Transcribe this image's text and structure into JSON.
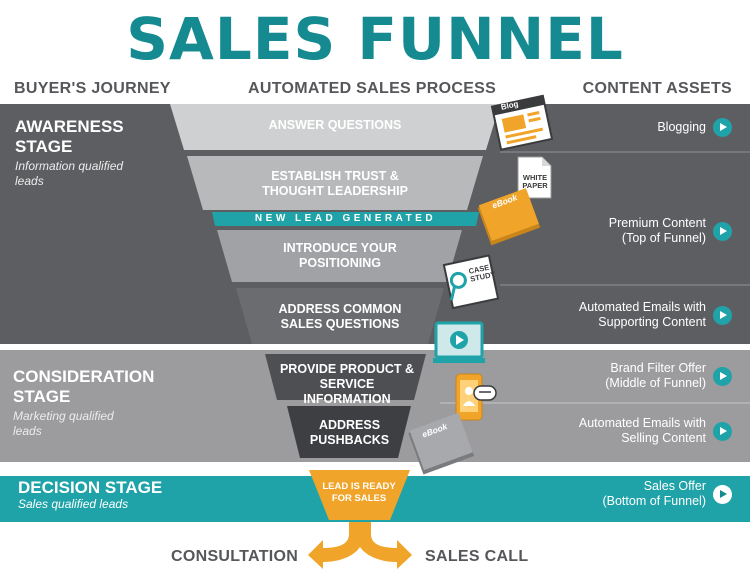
{
  "title": "SALES FUNNEL",
  "headers": {
    "left": "BUYER'S JOURNEY",
    "center": "AUTOMATED SALES PROCESS",
    "right": "CONTENT ASSETS"
  },
  "stages": [
    {
      "title": "AWARENESS STAGE",
      "subtitle": "Information qualified leads"
    },
    {
      "title": "CONSIDERATION STAGE",
      "subtitle": "Marketing qualified leads"
    },
    {
      "title": "DECISION STAGE",
      "subtitle": "Sales qualified leads"
    }
  ],
  "funnel_steps": [
    "ANSWER QUESTIONS",
    "ESTABLISH TRUST & THOUGHT LEADERSHIP",
    "INTRODUCE YOUR POSITIONING",
    "ADDRESS COMMON SALES QUESTIONS",
    "PROVIDE PRODUCT & SERVICE INFORMATION",
    "ADDRESS PUSHBACKS",
    "LEAD IS READY FOR SALES"
  ],
  "new_lead_band": "NEW LEAD GENERATED",
  "content_assets": [
    {
      "line1": "Blogging",
      "line2": ""
    },
    {
      "line1": "Premium Content",
      "line2": "(Top of Funnel)"
    },
    {
      "line1": "Automated Emails with",
      "line2": "Supporting Content"
    },
    {
      "line1": "Brand Filter Offer",
      "line2": "(Middle of Funnel)"
    },
    {
      "line1": "Automated Emails with",
      "line2": "Selling Content"
    },
    {
      "line1": "Sales Offer",
      "line2": "(Bottom of Funnel)"
    }
  ],
  "icons": {
    "blog_label": "Blog",
    "white_paper_label": "WHITE PAPER",
    "ebook_label": "eBook",
    "case_study_label": "CASE STUDY",
    "ebook2_label": "eBook"
  },
  "outcomes": {
    "left": "CONSULTATION",
    "right": "SALES CALL"
  },
  "colors": {
    "title": "#158b91",
    "teal": "#1fa3a8",
    "orange": "#f0a52a",
    "awareness_band": "#5d5e61",
    "consideration_band": "#9c9c9f",
    "decision_band": "#1fa3a8"
  }
}
